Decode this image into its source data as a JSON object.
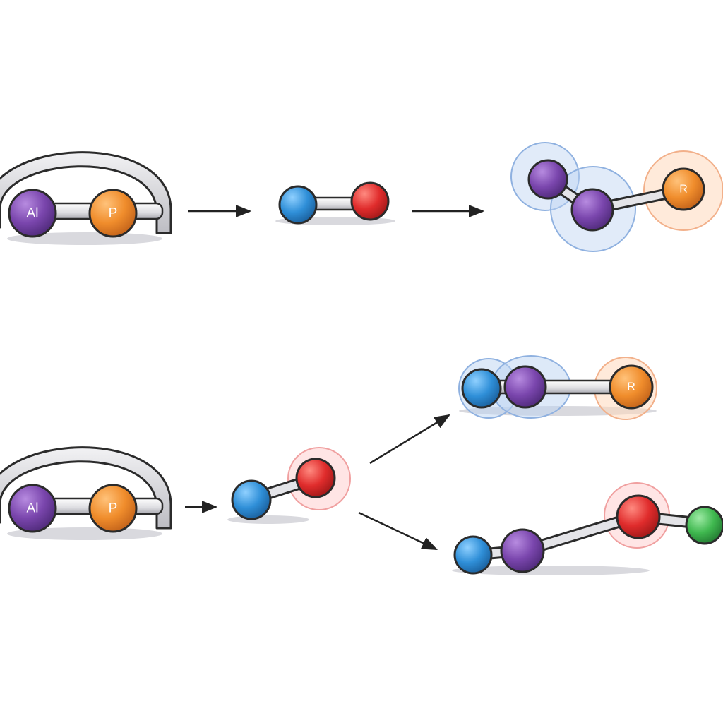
{
  "colors": {
    "aluminum": "#7a46ad",
    "phosphorus": "#f08d2c",
    "blue": "#2f8fd8",
    "red": "#e02c2c",
    "green": "#3fb84f",
    "scaffold": "#cfcfd3",
    "arrow": "#222222"
  },
  "labels": {
    "top_left_al": "Al",
    "top_left_p": "P",
    "top_right_r": "R",
    "bottom_left_al": "Al",
    "bottom_left_p": "P",
    "bottom_top_right_r": "R"
  },
  "icons": {
    "scaffold": "arch-scaffold-icon",
    "arrow": "reaction-arrow-icon"
  }
}
